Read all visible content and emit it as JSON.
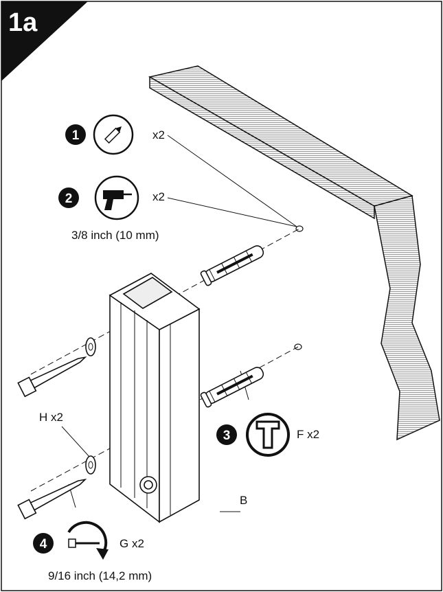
{
  "step": {
    "number": "1a"
  },
  "tools": [
    {
      "number": "1",
      "icon": "pencil-icon",
      "quantity": "x2"
    },
    {
      "number": "2",
      "icon": "drill-icon",
      "quantity": "x2",
      "spec": "3/8 inch (10 mm)"
    },
    {
      "number": "3",
      "icon": "hammer-icon",
      "part_label": "F x2"
    },
    {
      "number": "4",
      "icon": "wrench-icon",
      "part_label": "G x2",
      "spec": "9/16 inch (14,2 mm)"
    }
  ],
  "parts": {
    "washer_label": "H x2",
    "bracket_label": "B"
  },
  "colors": {
    "ink": "#111111",
    "badge": "#111111",
    "wall": "#dcdcdc"
  }
}
